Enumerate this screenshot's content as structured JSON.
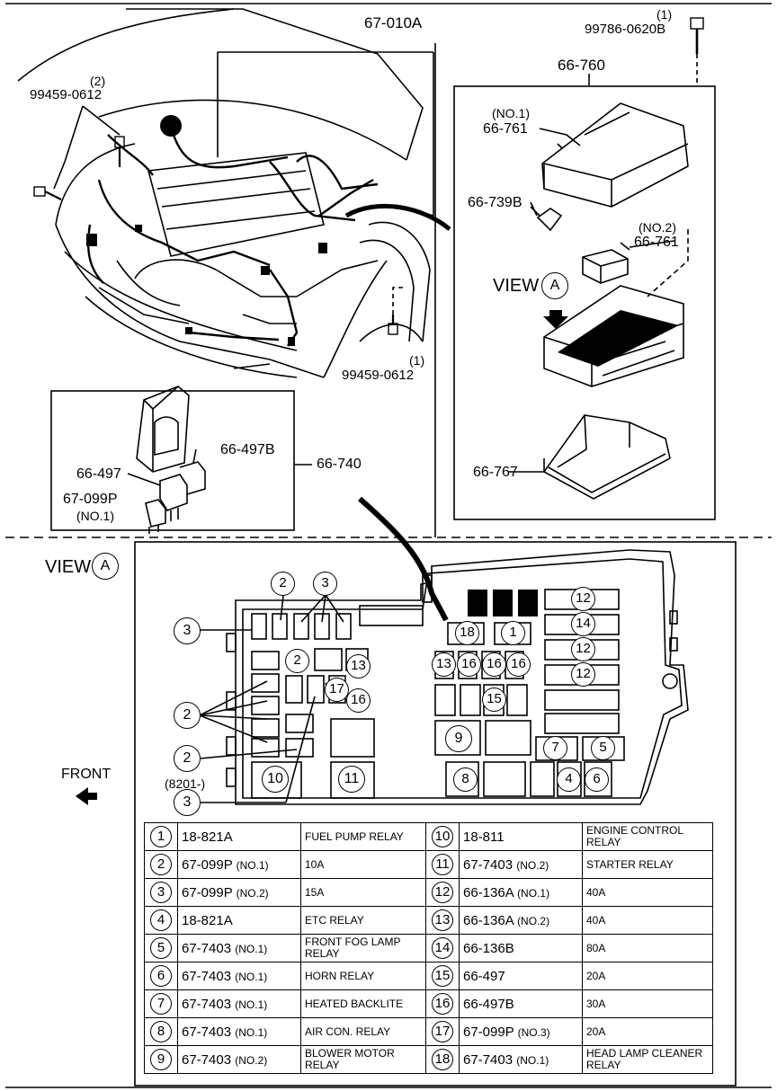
{
  "top_labels": {
    "harness": "67-010A",
    "bolt_a_qty": "(1)",
    "bolt_a": "99786-0620B",
    "box_assy": "66-760",
    "bolt_b_qty": "(2)",
    "bolt_b": "99459-0612",
    "bolt_c_qty": "(1)",
    "bolt_c": "99459-0612"
  },
  "box_parts": {
    "cover1_qty": "(NO.1)",
    "cover1": "66-761",
    "clip": "66-739B",
    "cover2_qty": "(NO.2)",
    "cover2": "66-761",
    "view_label": "VIEW",
    "view_letter": "A",
    "lower": "66-767"
  },
  "kit": {
    "set": "66-740",
    "fuse_a": "66-497B",
    "fuse_b": "66-497",
    "fuse_c": "67-099P",
    "fuse_c_qty": "(NO.1)"
  },
  "view_a": {
    "label": "VIEW",
    "letter": "A",
    "front": "FRONT",
    "code": "(8201-)"
  },
  "legend_rows": [
    {
      "n": "1",
      "part": "18-821A",
      "qty": "",
      "desc": "FUEL PUMP  RELAY",
      "n2": "10",
      "part2": "18-811",
      "qty2": "",
      "desc2": "ENGINE CONTROL RELAY"
    },
    {
      "n": "2",
      "part": "67-099P",
      "qty": "(NO.1)",
      "desc": "10A",
      "n2": "11",
      "part2": "67-7403",
      "qty2": "(NO.2)",
      "desc2": "STARTER RELAY"
    },
    {
      "n": "3",
      "part": "67-099P",
      "qty": "(NO.2)",
      "desc": "15A",
      "n2": "12",
      "part2": "66-136A",
      "qty2": "(NO.1)",
      "desc2": "40A"
    },
    {
      "n": "4",
      "part": "18-821A",
      "qty": "",
      "desc": "ETC RELAY",
      "n2": "13",
      "part2": "66-136A",
      "qty2": "(NO.2)",
      "desc2": "40A"
    },
    {
      "n": "5",
      "part": "67-7403",
      "qty": "(NO.1)",
      "desc": "FRONT FOG LAMP RELAY",
      "n2": "14",
      "part2": "66-136B",
      "qty2": "",
      "desc2": "80A"
    },
    {
      "n": "6",
      "part": "67-7403",
      "qty": "(NO.1)",
      "desc": "HORN RELAY",
      "n2": "15",
      "part2": "66-497",
      "qty2": "",
      "desc2": "20A"
    },
    {
      "n": "7",
      "part": "67-7403",
      "qty": "(NO.1)",
      "desc": "HEATED BACKLITE",
      "n2": "16",
      "part2": "66-497B",
      "qty2": "",
      "desc2": "30A"
    },
    {
      "n": "8",
      "part": "67-7403",
      "qty": "(NO.1)",
      "desc": "AIR CON. RELAY",
      "n2": "17",
      "part2": "67-099P",
      "qty2": "(NO.3)",
      "desc2": "20A"
    },
    {
      "n": "9",
      "part": "67-7403",
      "qty": "(NO.2)",
      "desc": "BLOWER MOTOR RELAY",
      "n2": "18",
      "part2": "67-7403",
      "qty2": "(NO.1)",
      "desc2": "HEAD LAMP CLEANER RELAY"
    }
  ],
  "callouts": {
    "c3a": "3",
    "c2a": "2",
    "c3b": "3",
    "c2b": "2",
    "c13a": "13",
    "c17": "17",
    "c16a": "16",
    "c2c": "2",
    "c2d": "2",
    "c3c": "3",
    "c10": "10",
    "c11": "11",
    "c12a": "12",
    "c14": "14",
    "c12b": "12",
    "c12c": "12",
    "c18": "18",
    "c1": "1",
    "c13b": "13",
    "c16b": "16",
    "c16c": "16",
    "c16d": "16",
    "c15": "15",
    "c9": "9",
    "c7": "7",
    "c5": "5",
    "c8": "8",
    "c4": "4",
    "c6": "6"
  }
}
